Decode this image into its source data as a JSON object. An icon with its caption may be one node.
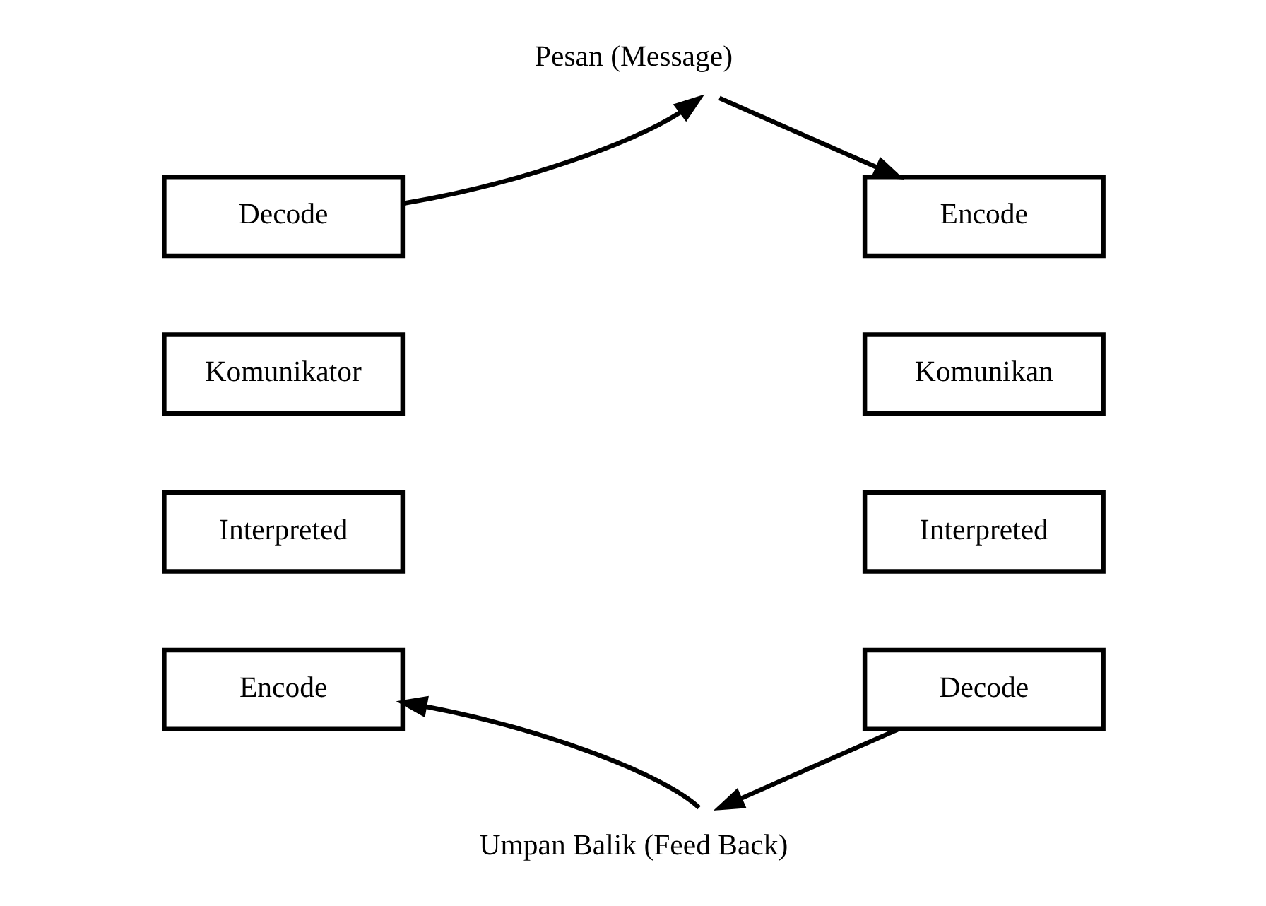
{
  "diagram": {
    "nodes": [
      {
        "text": [
          "Pesan (Message)"
        ]
      },
      {
        "text": [
          "Decode"
        ]
      },
      {
        "text": [
          "Encode"
        ]
      },
      {
        "text": [
          "Komunikator"
        ]
      },
      {
        "text": [
          "Komunikan"
        ]
      },
      {
        "text": [
          "Interpreted"
        ]
      },
      {
        "text": [
          "Interpreted"
        ]
      },
      {
        "text": [
          "Encode"
        ]
      },
      {
        "text": [
          "Decode"
        ]
      },
      {
        "text": [
          "Umpan Balik (Feed Back)"
        ]
      }
    ],
    "edges": [
      {
        "from": 1,
        "to": 0,
        "arrow": "to"
      },
      {
        "from": 0,
        "to": 2,
        "arrow": "to"
      },
      {
        "from": 8,
        "to": 9,
        "arrow": "to"
      },
      {
        "from": 9,
        "to": 7,
        "arrow": "to"
      }
    ]
  }
}
